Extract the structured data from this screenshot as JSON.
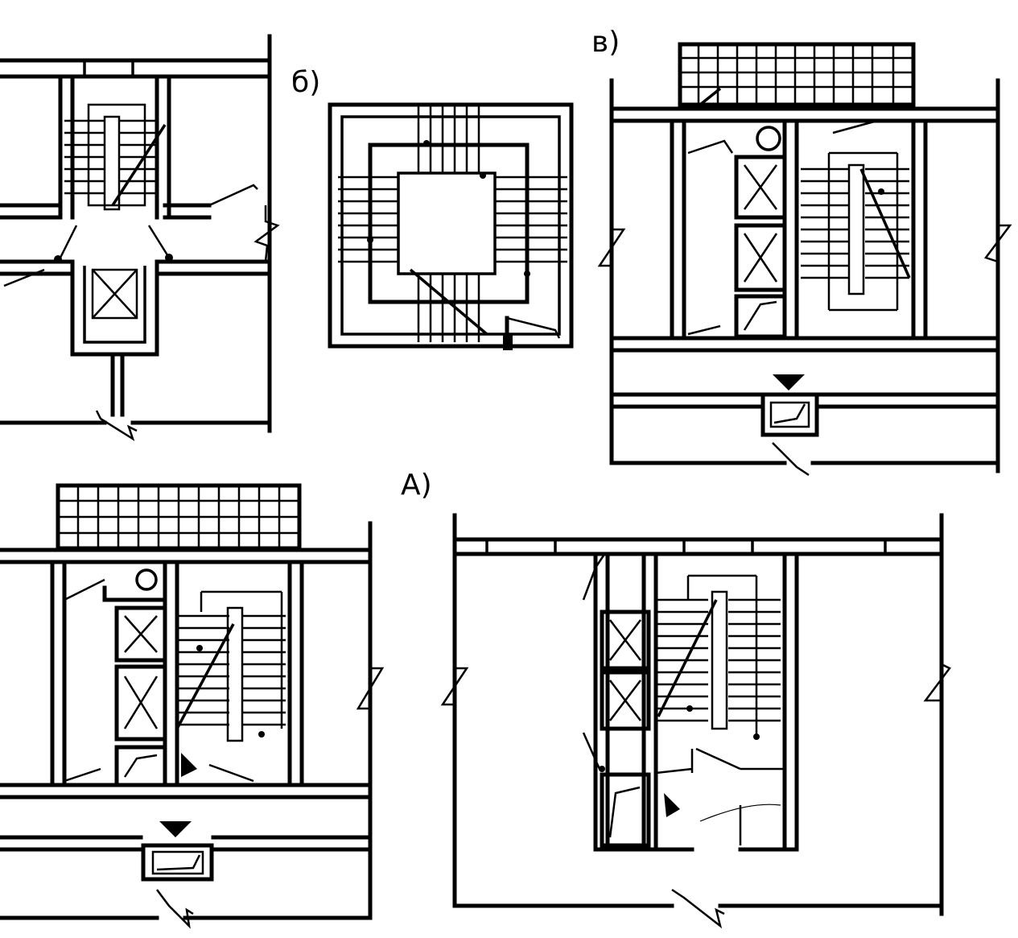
{
  "labels": {
    "a": "А)",
    "b": "б)",
    "v": "в)"
  },
  "colors": {
    "ink": "#000000",
    "paper": "#ffffff"
  }
}
